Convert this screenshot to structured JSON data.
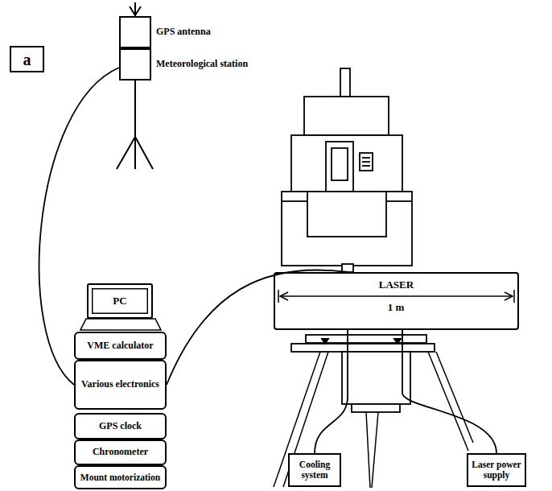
{
  "diagram": {
    "nodes": [
      {
        "text": [
          "a"
        ]
      },
      {
        "text": [
          "GPS antenna"
        ]
      },
      {
        "text": [
          "Meteorological station"
        ]
      },
      {
        "text": [
          "PC"
        ]
      },
      {
        "text": [
          "VME calculator"
        ]
      },
      {
        "text": [
          "Various electronics"
        ]
      },
      {
        "text": [
          "GPS clock"
        ]
      },
      {
        "text": [
          "Chronometer"
        ]
      },
      {
        "text": [
          "Mount motorization"
        ]
      },
      {
        "text": [
          "LASER"
        ]
      },
      {
        "text": [
          "Cooling system"
        ]
      },
      {
        "text": [
          "Laser power supply"
        ]
      }
    ],
    "edges": [
      {
        "from": 2,
        "to": 5,
        "arrow": "none"
      },
      {
        "from": 5,
        "to": 9,
        "arrow": "none"
      },
      {
        "from": 10,
        "to": 9,
        "arrow": "none"
      },
      {
        "from": 11,
        "to": 9,
        "arrow": "none"
      }
    ],
    "labels": [
      "1 m"
    ]
  }
}
